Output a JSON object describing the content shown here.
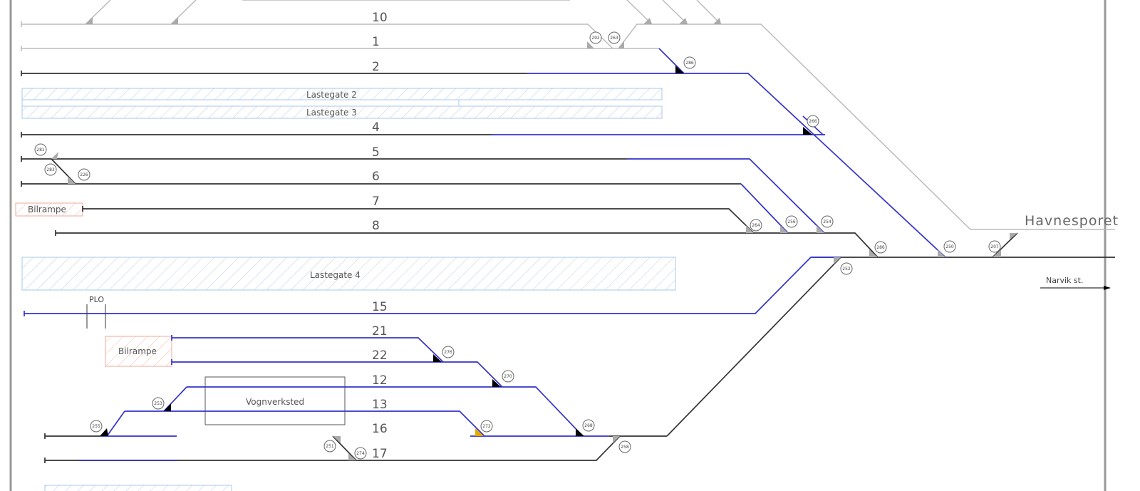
{
  "diagram": {
    "title": "Track layout",
    "colors": {
      "track_dark": "#333333",
      "track_light": "#bbbbbb",
      "track_route": "#3333cc",
      "loading_area": "#a8c8e8",
      "ramp": "#f0a898",
      "switch_locked": "#000000",
      "switch_free": "#aaaaaa",
      "switch_warning": "#e8a800",
      "border": "#999999"
    },
    "track_labels": [
      "10",
      "1",
      "2",
      "4",
      "5",
      "6",
      "7",
      "8",
      "15",
      "21",
      "22",
      "12",
      "13",
      "16",
      "17"
    ],
    "areas": {
      "lastegate_2": "Lastegate 2",
      "lastegate_3": "Lastegate 3",
      "lastegate_4": "Lastegate 4",
      "bilrampe_top": "Bilrampe",
      "bilrampe_bottom": "Bilrampe",
      "vognverksted": "Vognverksted"
    },
    "markers": {
      "plo": "PLO",
      "havnesporet": "Havnesporet",
      "narvik": "Narvik st."
    },
    "switches": [
      "292",
      "263",
      "286",
      "266",
      "281",
      "283",
      "226",
      "264",
      "256",
      "254",
      "286",
      "250",
      "207",
      "252",
      "276",
      "270",
      "253",
      "255",
      "272",
      "268",
      "251",
      "274",
      "258"
    ]
  }
}
